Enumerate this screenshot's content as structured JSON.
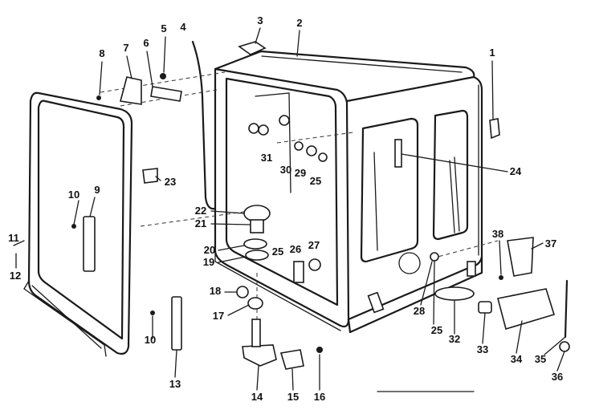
{
  "callouts": [
    {
      "id": "1",
      "text": "1"
    },
    {
      "id": "2",
      "text": "2"
    },
    {
      "id": "3",
      "text": "3"
    },
    {
      "id": "4",
      "text": "4"
    },
    {
      "id": "5",
      "text": "5"
    },
    {
      "id": "6",
      "text": "6"
    },
    {
      "id": "7",
      "text": "7"
    },
    {
      "id": "8",
      "text": "8"
    },
    {
      "id": "9",
      "text": "9"
    },
    {
      "id": "10a",
      "text": "10"
    },
    {
      "id": "10b",
      "text": "10"
    },
    {
      "id": "11",
      "text": "11"
    },
    {
      "id": "12",
      "text": "12"
    },
    {
      "id": "13",
      "text": "13"
    },
    {
      "id": "14",
      "text": "14"
    },
    {
      "id": "15",
      "text": "15"
    },
    {
      "id": "16",
      "text": "16"
    },
    {
      "id": "17",
      "text": "17"
    },
    {
      "id": "18",
      "text": "18"
    },
    {
      "id": "19",
      "text": "19"
    },
    {
      "id": "20",
      "text": "20"
    },
    {
      "id": "21",
      "text": "21"
    },
    {
      "id": "22",
      "text": "22"
    },
    {
      "id": "23",
      "text": "23"
    },
    {
      "id": "24",
      "text": "24"
    },
    {
      "id": "25a",
      "text": "25"
    },
    {
      "id": "25b",
      "text": "25"
    },
    {
      "id": "25c",
      "text": "25"
    },
    {
      "id": "26",
      "text": "26"
    },
    {
      "id": "27",
      "text": "27"
    },
    {
      "id": "28",
      "text": "28"
    },
    {
      "id": "29",
      "text": "29"
    },
    {
      "id": "30",
      "text": "30"
    },
    {
      "id": "31",
      "text": "31"
    },
    {
      "id": "32",
      "text": "32"
    },
    {
      "id": "33",
      "text": "33"
    },
    {
      "id": "34",
      "text": "34"
    },
    {
      "id": "35",
      "text": "35"
    },
    {
      "id": "36",
      "text": "36"
    },
    {
      "id": "37",
      "text": "37"
    },
    {
      "id": "38",
      "text": "38"
    }
  ]
}
